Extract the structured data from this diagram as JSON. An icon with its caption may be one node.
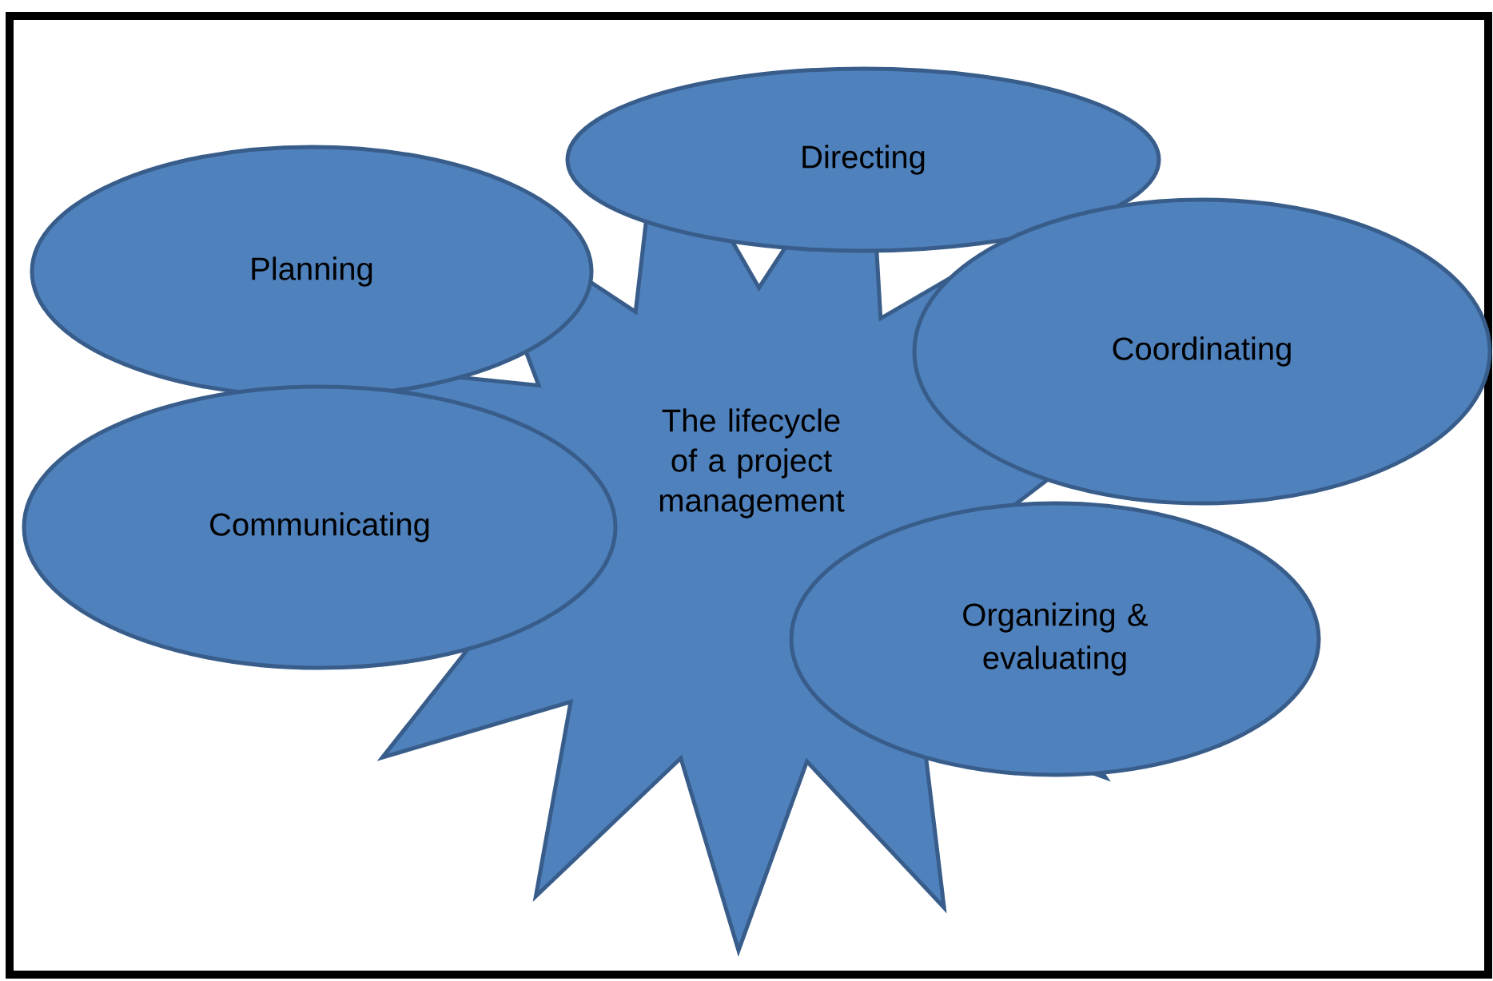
{
  "diagram": {
    "nodes": [
      {
        "text": [
          "The lifecycle of a project management"
        ]
      },
      {
        "text": [
          "Planning"
        ]
      },
      {
        "text": [
          "Directing"
        ]
      },
      {
        "text": [
          "Coordinating"
        ]
      },
      {
        "text": [
          "Communicating"
        ]
      },
      {
        "text": [
          "Organizing & evaluating"
        ]
      }
    ]
  }
}
